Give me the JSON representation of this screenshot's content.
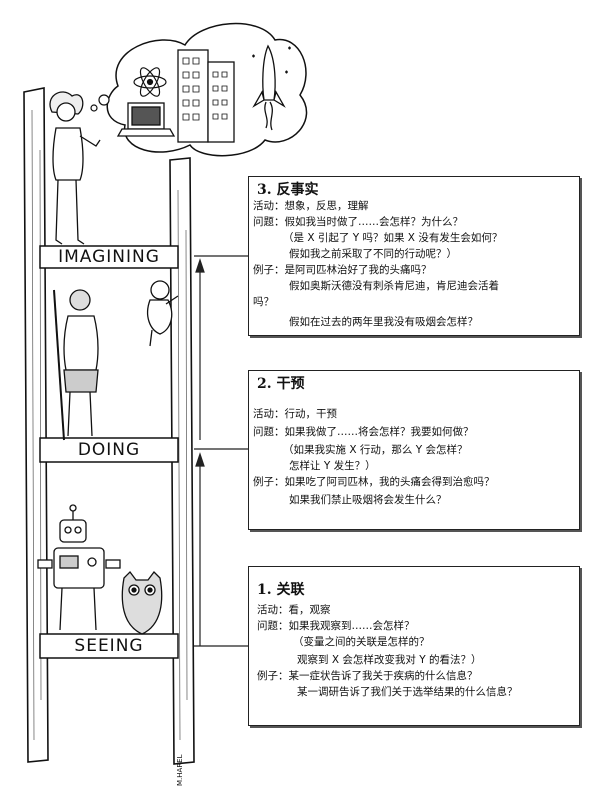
{
  "ladder": {
    "rungs": [
      {
        "label": "IMAGINING"
      },
      {
        "label": "DOING"
      },
      {
        "label": "SEEING"
      }
    ],
    "signature": "M.HAREL"
  },
  "boxes": {
    "counterfactual": {
      "title": "3. 反事实",
      "lines": [
        "活动：想象，反思，理解",
        "问题：假如我当时做了……会怎样？为什么？",
        "（是 X 引起了 Y 吗？如果 X 没有发生会如何？",
        "假如我之前采取了不同的行动呢？）",
        "例子：是阿司匹林治好了我的头痛吗？",
        "假如奥斯沃德没有刺杀肯尼迪，肯尼迪会活着",
        "吗？",
        "假如在过去的两年里我没有吸烟会怎样？"
      ]
    },
    "intervention": {
      "title": "2. 干预",
      "lines": [
        "活动：行动，干预",
        "问题：如果我做了……将会怎样？我要如何做？",
        "（如果我实施 X 行动，那么 Y 会怎样？",
        "怎样让 Y 发生？）",
        "例子：如果吃了阿司匹林，我的头痛会得到治愈吗？",
        "如果我们禁止吸烟将会发生什么？"
      ]
    },
    "association": {
      "title": "1. 关联",
      "lines": [
        "活动：看，观察",
        "问题：如果我观察到……会怎样？",
        "（变量之间的关联是怎样的？",
        "观察到 X 会怎样改变我对 Y 的看法？）",
        "例子：某一症状告诉了我关于疾病的什么信息？",
        "某一调研告诉了我们关于选举结果的什么信息？"
      ]
    }
  },
  "icons": [
    "atom-icon",
    "laptop-icon",
    "skyscraper-icon",
    "rocket-icon",
    "robot-icon",
    "owl-icon",
    "caveman-icon",
    "baby-icon",
    "scientist-icon"
  ]
}
